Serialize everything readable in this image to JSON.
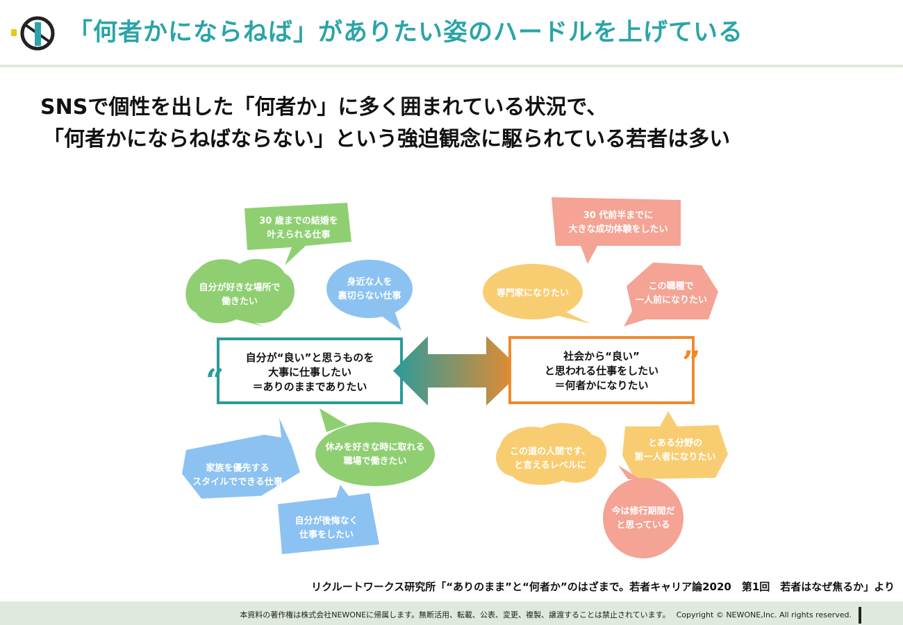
{
  "header": {
    "title": "「何者かにならねば」がありたい姿のハードルを上げている"
  },
  "lead": {
    "line1": "SNSで個性を出した「何者か」に多く囲まれている状況で、",
    "line2": "「何者かにならねばならない」という強迫観念に駆られている若者は多い"
  },
  "diagram": {
    "left_box": {
      "line1": "自分が“良い”と思うものを",
      "line2": "大事に仕事したい",
      "line3": "＝ありのままでありたい",
      "quote_mark": "“"
    },
    "right_box": {
      "line1": "社会から“良い”",
      "line2": "と思われる仕事をしたい",
      "line3": "＝何者かになりたい",
      "quote_mark": "”"
    },
    "left_bubbles": [
      {
        "line1": "30 歳までの結婚を",
        "line2": "叶えられる仕事"
      },
      {
        "line1": "自分が好きな場所で",
        "line2": "働きたい"
      },
      {
        "line1": "身近な人を",
        "line2": "裏切らない仕事"
      },
      {
        "line1": "休みを好きな時に取れる",
        "line2": "職場で働きたい"
      },
      {
        "line1": "家族を優先する",
        "line2": "スタイルでできる仕事"
      },
      {
        "line1": "自分が後悔なく",
        "line2": "仕事をしたい"
      }
    ],
    "right_bubbles": [
      {
        "line1": "30 代前半までに",
        "line2": "大きな成功体験をしたい"
      },
      {
        "line1": "専門家になりたい",
        "line2": ""
      },
      {
        "line1": "この職種で",
        "line2": "一人前になりたい"
      },
      {
        "line1": "この道の人間です、",
        "line2": "と言えるレベルに"
      },
      {
        "line1": "とある分野の",
        "line2": "第一人者になりたい"
      },
      {
        "line1": "今は修行期間だ",
        "line2": "と思っている"
      }
    ],
    "colors": {
      "green": "#8fcf72",
      "blue": "#8cc2f2",
      "salmon": "#f4a394",
      "yellow": "#f8cd72",
      "teal": "#2a9b9b",
      "orange": "#ee8a2c"
    }
  },
  "source": "リクルートワークス研究所「“ありのまま”と“何者か”のはざまで。若者キャリア論2020　第1回　若者はなぜ焦るか」より",
  "footer": {
    "text": "本資料の著作権は株式会社NEWONEに帰属します。無断活用、転載、公表、変更、複製、譲渡することは禁止されています。　 Copyright © NEWONE,Inc.  All rights reserved."
  }
}
